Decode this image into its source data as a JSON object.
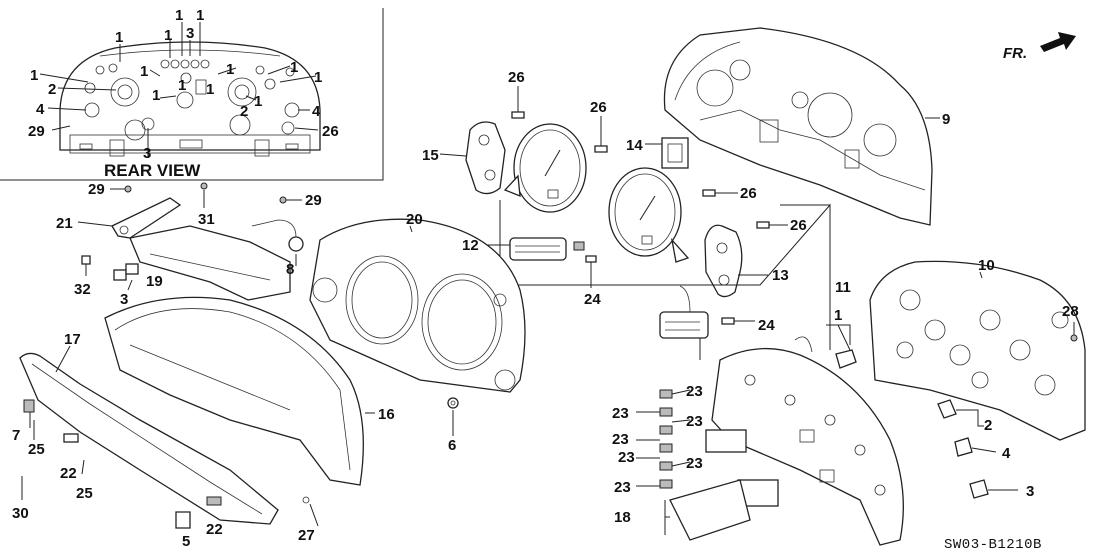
{
  "rear_view_label": "REAR VIEW",
  "direction_label": "FR.",
  "diagram_code": "SW03-B1210B",
  "inset_callouts": [
    "1",
    "1",
    "3",
    "1",
    "1",
    "1",
    "1",
    "1",
    "1",
    "1",
    "1",
    "1",
    "2",
    "1",
    "4",
    "2",
    "1",
    "4",
    "29",
    "26",
    "3"
  ],
  "callouts": [
    "26",
    "26",
    "9",
    "15",
    "14",
    "26",
    "26",
    "29",
    "29",
    "31",
    "21",
    "20",
    "12",
    "13",
    "11",
    "8",
    "32",
    "19",
    "3",
    "24",
    "10",
    "24",
    "1",
    "28",
    "17",
    "16",
    "23",
    "23",
    "23",
    "23",
    "23",
    "23",
    "23",
    "2",
    "6",
    "7",
    "25",
    "4",
    "22",
    "25",
    "3",
    "30",
    "18",
    "5",
    "22",
    "27"
  ]
}
